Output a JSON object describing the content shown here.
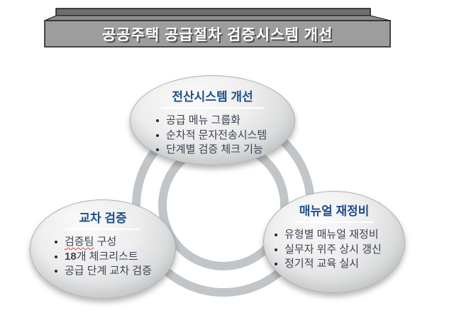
{
  "banner": {
    "title": "공공주택 공급절차 검증시스템 개선"
  },
  "colors": {
    "banner_front": "#9d9d9d",
    "banner_top": "#8c8c8c",
    "banner_back": "#6e6e6e",
    "banner_outline": "#1a1a1a",
    "ring_gray": "#c2c5c7",
    "node_title_blue": "#1f4e8c",
    "node_body_text": "#3e4353",
    "underline_white": "#ffffff",
    "spellcheck_red": "#e03c31"
  },
  "nodes": {
    "top": {
      "title": "전산시스템 개선",
      "bullets": [
        {
          "text": "공급 메뉴 그룹화"
        },
        {
          "text": "순차적 문자전송시스템"
        },
        {
          "text": "단계별 검증 체크 기능"
        }
      ]
    },
    "left": {
      "title": "교차 검증",
      "bullets": [
        {
          "wavy": "검증팀",
          "rest": " 구성"
        },
        {
          "strong": "18",
          "rest": "개 체크리스트"
        },
        {
          "text": "공급 단계 교차 검증"
        }
      ]
    },
    "right": {
      "title": "매뉴얼 재정비",
      "bullets": [
        {
          "text": "유형별 매뉴얼 재정비"
        },
        {
          "text": "실무자 위주 상시 갱신"
        },
        {
          "text": "정기적 교육 실시"
        }
      ]
    }
  }
}
